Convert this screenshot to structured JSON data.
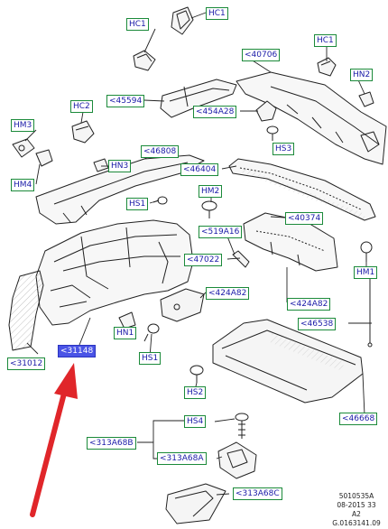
{
  "labels": {
    "hc1_a": "HC1",
    "hc1_b": "HC1",
    "p40706": "<40706",
    "hc1_c": "HC1",
    "hn2": "HN2",
    "p45594": "<45594",
    "p454a28": "<454A28",
    "hc2": "HC2",
    "hm3": "HM3",
    "hm4": "HM4",
    "hs3": "HS3",
    "p46808": "<46808",
    "hn3": "HN3",
    "p46404": "<46404",
    "hm2": "HM2",
    "hs1_a": "HS1",
    "p40374": "<40374",
    "p519a16": "<519A16",
    "p47022": "<47022",
    "p424a82_a": "<424A82",
    "hm1": "HM1",
    "p424a82_b": "<424A82",
    "p46538": "<46538",
    "hn1": "HN1",
    "p31012": "<31012",
    "p31148": "<31148",
    "hs1_b": "HS1",
    "hs2": "HS2",
    "p46668": "<46668",
    "hs4": "HS4",
    "p313a68b": "<313A68B",
    "p313a68a": "<313A68A",
    "p313a68c": "<313A68C"
  },
  "stamp": {
    "line1": "5010535A",
    "line2": "08-2015 33",
    "line3": "A2",
    "line4": "G.0163141.09"
  },
  "colors": {
    "label_border": "#1b8a3a",
    "label_text": "#1a1aa8",
    "highlight_fill": "#4a54e6",
    "arrow": "#e0262a",
    "line": "#222222"
  }
}
